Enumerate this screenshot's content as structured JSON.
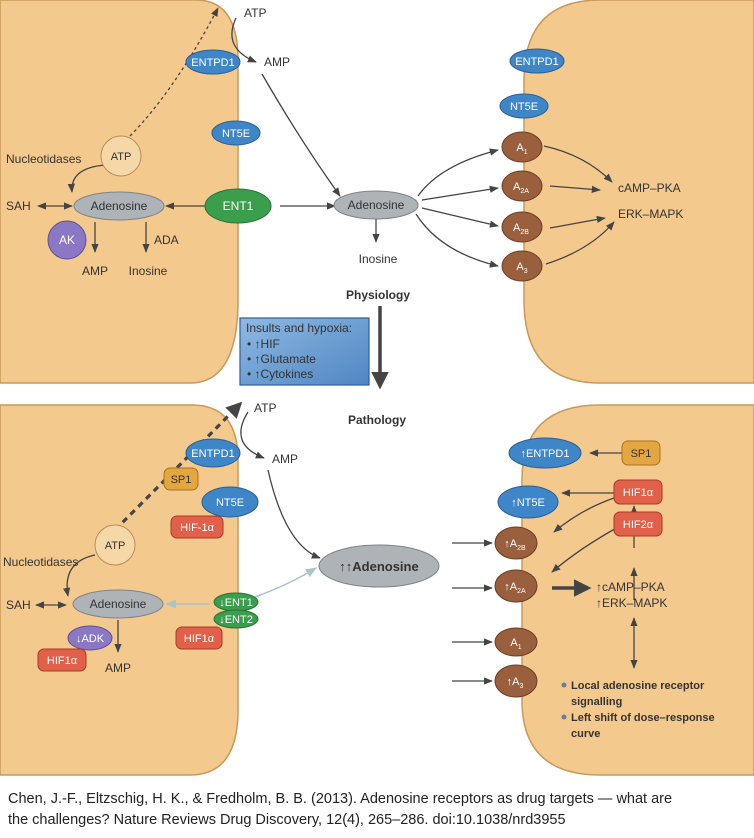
{
  "colors": {
    "cell_fill": "#f4c98e",
    "cell_stroke": "#c89a5a",
    "blue_node": "#3f86c8",
    "green_node": "#3a9e4d",
    "purple_node": "#8a78c4",
    "grey_node": "#aeb3b8",
    "peach_node": "#f6d8a8",
    "brown_receptor": "#9a5f3c",
    "red_hif": "#e0604a",
    "orange_sp1": "#e3a640",
    "insult_box": "#6c9fd3"
  },
  "top": {
    "left_cell": {
      "atp_out": "ATP",
      "entpd1": "ENTPD1",
      "amp_out": "AMP",
      "nt5e": "NT5E",
      "nucleotidases": "Nucleotidases",
      "atp_in": "ATP",
      "sah": "SAH",
      "adenosine": "Adenosine",
      "ent1": "ENT1",
      "ak": "AK",
      "ada": "ADA",
      "amp_in": "AMP",
      "inosine": "Inosine"
    },
    "extracellular": {
      "adenosine": "Adenosine",
      "inosine": "Inosine"
    },
    "right_cell": {
      "entpd1": "ENTPD1",
      "nt5e": "NT5E",
      "receptors": [
        {
          "base": "A",
          "sub": "1"
        },
        {
          "base": "A",
          "sub": "2A"
        },
        {
          "base": "A",
          "sub": "2B"
        },
        {
          "base": "A",
          "sub": "3"
        }
      ],
      "camp_pka": "cAMP–PKA",
      "erk_mapk": "ERK–MAPK"
    }
  },
  "middle": {
    "physiology": "Physiology",
    "pathology": "Pathology",
    "insults": {
      "title": "Insults and hypoxia:",
      "items": [
        "• ↑HIF",
        "• ↑Glutamate",
        "• ↑Cytokines"
      ]
    }
  },
  "bottom": {
    "left_cell": {
      "atp_out": "ATP",
      "entpd1": "ENTPD1",
      "amp_out": "AMP",
      "sp1": "SP1",
      "nt5e": "NT5E",
      "hif1a_nt5e": "HIF-1α",
      "atp_in": "ATP",
      "nucleotidases": "Nucleotidases",
      "sah": "SAH",
      "adenosine": "Adenosine",
      "ent1": "↓ENT1",
      "ent2": "↓ENT2",
      "hif1a_ent": "HIF1α",
      "adk": "↓ADK",
      "hif1a_adk": "HIF1α",
      "amp_in": "AMP"
    },
    "extracellular": {
      "adenosine": "↑↑Adenosine"
    },
    "right_cell": {
      "entpd1": "↑ENTPD1",
      "sp1": "SP1",
      "nt5e": "↑NT5E",
      "hif1a": "HIF1α",
      "hif2a": "HIF2α",
      "receptors": [
        {
          "base": "↑A",
          "sub": "2B"
        },
        {
          "base": "↑A",
          "sub": "2A"
        },
        {
          "base": "A",
          "sub": "1"
        },
        {
          "base": "↑A",
          "sub": "3"
        }
      ],
      "camp_pka": "↑cAMP–PKA",
      "erk_mapk": "↑ERK–MAPK",
      "bullets": [
        "Local adenosine receptor",
        "signalling",
        "Left shift of dose–response",
        "curve"
      ]
    }
  },
  "citation": {
    "line1": "Chen, J.-F., Eltzschig, H. K., & Fredholm, B. B. (2013). Adenosine receptors as drug targets — what are",
    "line2": "the challenges? Nature Reviews Drug Discovery, 12(4), 265–286. doi:10.1038/nrd3955"
  }
}
